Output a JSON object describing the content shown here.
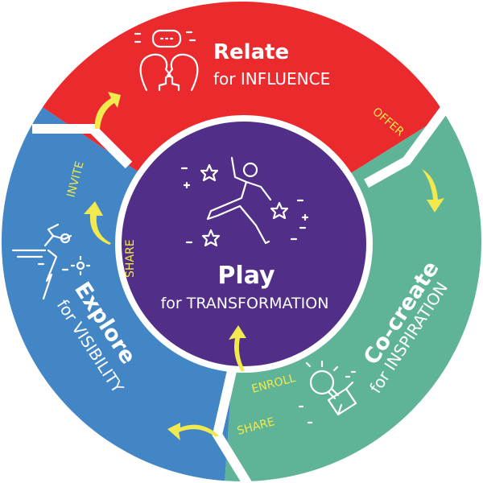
{
  "center": {
    "title": "Play",
    "subtitle": "for TRANSFORMATION",
    "color": "#512e87"
  },
  "segments": [
    {
      "id": "relate",
      "title": "Relate",
      "subtitle": "for INFLUENCE",
      "color": "#ea2a2d",
      "icon": "two-heads-talking-icon"
    },
    {
      "id": "cocreate",
      "title": "Co-create",
      "subtitle": "for INSPIRATION",
      "color": "#5fb397",
      "icon": "lightbulb-box-icon"
    },
    {
      "id": "explore",
      "title": "Explore",
      "subtitle": "for VISIBILITY",
      "color": "#4286c6",
      "icon": "climber-icon"
    }
  ],
  "actions": {
    "offer": "OFFER",
    "invite": "INVITE",
    "share_left": "SHARE",
    "enroll": "ENROLL",
    "share_bottom": "SHARE"
  },
  "accent_color": "#f2e94e"
}
